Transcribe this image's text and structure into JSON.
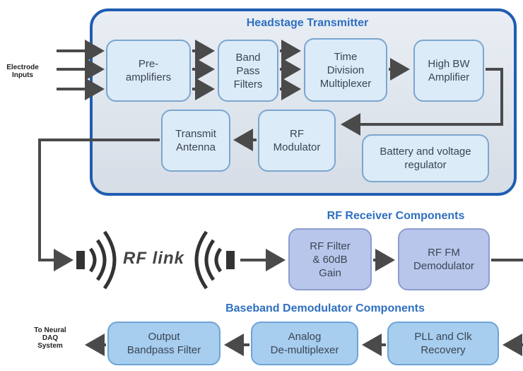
{
  "titles": {
    "headstage": "Headstage Transmitter",
    "rf_receiver": "RF Receiver Components",
    "baseband": "Baseband Demodulator Components"
  },
  "labels": {
    "electrode_inputs": "Electrode\nInputs",
    "rf_link": "RF link",
    "to_neural": "To Neural\nDAQ\nSystem"
  },
  "blocks": {
    "preamplifiers": "Pre-\namplifiers",
    "bandpass_filters": "Band\nPass\nFilters",
    "tdm": "Time\nDivision\nMultiplexer",
    "high_bw_amp": "High BW\nAmplifier",
    "transmit_antenna": "Transmit\nAntenna",
    "rf_modulator": "RF\nModulator",
    "battery": "Battery and voltage\nregulator",
    "rf_filter": "RF Filter\n& 60dB\nGain",
    "rf_fm_demod": "RF FM\nDemodulator",
    "pll": "PLL and Clk\nRecovery",
    "analog_demux": "Analog\nDe-multiplexer",
    "output_bpf": "Output\nBandpass Filter"
  },
  "colors": {
    "frame_border": "#1f5db0",
    "title": "#2f6fc0",
    "arrow": "#4a4a4a"
  }
}
